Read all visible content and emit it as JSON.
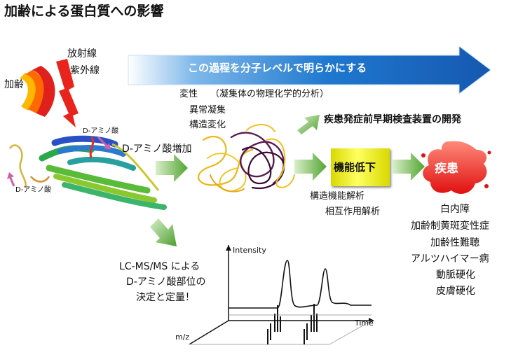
{
  "title": "加齢による蛋白質への影響",
  "banner": {
    "text": "この過程を分子レベルで明らかにする"
  },
  "factors": {
    "aging": "加齢",
    "radiation": "放射線",
    "uv": "紫外線"
  },
  "protein": {
    "d_amino_top": "D-アミノ酸",
    "d_amino_bottom": "D-アミノ酸"
  },
  "d_amino_increase": "D-アミノ酸増加",
  "denaturation": {
    "label": "変性",
    "note": "（凝集体の物理化学的分析）",
    "item1": "異常凝集",
    "item2": "構造変化"
  },
  "early_detection": "疾患発症前早期検査装置の開発",
  "function_decline": "機能低下",
  "analysis": {
    "item1": "構造機能解析",
    "item2": "相互作用解析"
  },
  "disease": {
    "label": "疾患",
    "list": [
      "白内障",
      "加齢制黄斑変性症",
      "加齢性難聴",
      "アルツハイマー病",
      "動脈硬化",
      "皮膚硬化"
    ]
  },
  "lcms": {
    "line1": "LC-MS/MS による",
    "line2": "D-アミノ酸部位の",
    "line3": "決定と定量！"
  },
  "plot": {
    "yaxis": "Intensity",
    "xaxis": "Time",
    "zaxis": "m/z"
  },
  "colors": {
    "banner": "#1a6fc4",
    "arrow_green": "#5cab3c",
    "disease_red": "#e8101a",
    "box_yellow": "#ffff40"
  }
}
